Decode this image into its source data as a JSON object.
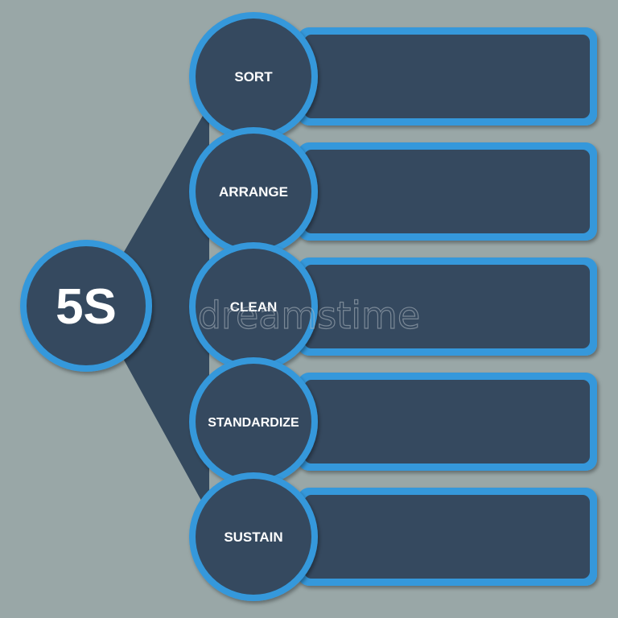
{
  "center": {
    "label": "5S"
  },
  "steps": [
    {
      "label": "SORT"
    },
    {
      "label": "ARRANGE"
    },
    {
      "label": "CLEAN"
    },
    {
      "label": "STANDARDIZE"
    },
    {
      "label": "SUSTAIN"
    }
  ],
  "watermark": {
    "text": "dreamstime"
  },
  "colors": {
    "background": "#99a7a7",
    "fill": "#34495e",
    "ring": "#3498db"
  }
}
